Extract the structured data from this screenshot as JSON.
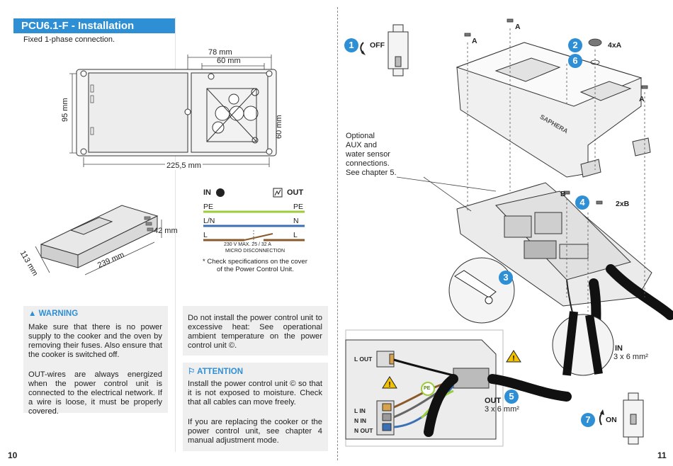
{
  "header": {
    "title": "PCU6.1-F - Installation",
    "subtitle": "Fixed 1-phase connection."
  },
  "dimensions": {
    "d78": "78 mm",
    "d60top": "60 mm",
    "d95": "95 mm",
    "d60right": "60 mm",
    "d225": "225,5 mm",
    "d42": "42 mm",
    "d113": "113 mm",
    "d239": "239 mm"
  },
  "wiring": {
    "in_label": "IN",
    "out_label": "OUT",
    "left": [
      "PE",
      "L/N",
      "L"
    ],
    "right": [
      "PE",
      "N",
      "L"
    ],
    "spec_line1": "230 V MAX. 25 / 32 A",
    "spec_line2": "MICRO DISCONNECTION",
    "footnote_line1": "* Check specifications on the cover",
    "footnote_line2": "of the Power Control Unit."
  },
  "warning": {
    "heading": "WARNING",
    "p1": "Make sure that there is no power supply to the cooker and the oven by removing their fuses. Also ensure that the cooker is switched off.",
    "p2": "OUT-wires are always energized when the power control unit is connected to the electrical network. If a wire is loose, it must be properly covered."
  },
  "heat_note": "Do not install the power control unit to excessive heat: See operational ambient temperature on the power control unit ©.",
  "attention": {
    "heading": "ATTENTION",
    "p1": "Install the power control unit © so that it is not exposed to moisture. Check that all cables can move freely.",
    "p2": "If you are replacing the cooker or the power control unit, see chapter 4 manual adjustment mode."
  },
  "pages": {
    "left": "10",
    "right": "11"
  },
  "right_page": {
    "step1": "1",
    "off": "OFF",
    "step2": "2",
    "qty_a": "4xA",
    "step6": "6",
    "step3": "3",
    "step4": "4",
    "qty_b": "2xB",
    "step5": "5",
    "step7": "7",
    "on": "ON",
    "screw_a": "A",
    "screw_b": "B",
    "brand": "SAPHERA",
    "optional_note": [
      "Optional",
      "AUX and",
      "water sensor",
      "connections.",
      "See chapter 5."
    ],
    "in_label": "IN",
    "in_spec": "3 x 6 mm²",
    "out_label": "OUT",
    "out_spec": "3 x 6 mm²",
    "terminals": {
      "l_out": "L OUT",
      "l_in": "L IN",
      "n_in": "N IN",
      "n_out": "N OUT",
      "pe": "PE"
    }
  },
  "colors": {
    "accent": "#2f8fd5",
    "pe_green": "#9ccc3a",
    "live_brown": "#8b5a2b",
    "neutral_blue": "#3b6fb6",
    "warn_yellow": "#f2c200"
  }
}
